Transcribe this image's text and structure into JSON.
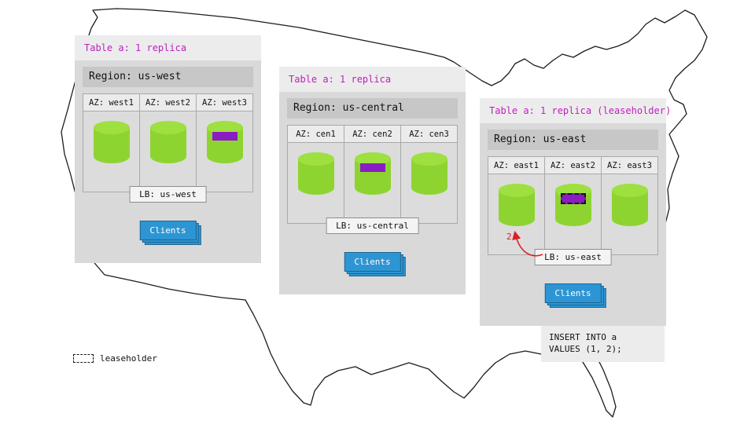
{
  "legend": {
    "swatch": "dashed-rectangle",
    "label": "leaseholder"
  },
  "sql_note": {
    "lines": [
      "INSERT INTO a",
      "VALUES (1, 2);"
    ]
  },
  "east_annotation": {
    "step": "2"
  },
  "panels": [
    {
      "title": "Table a: 1 replica",
      "region": "Region: us-west",
      "azs": [
        {
          "label": "AZ: west1",
          "has_replica": false,
          "is_leaseholder": false
        },
        {
          "label": "AZ: west2",
          "has_replica": false,
          "is_leaseholder": false
        },
        {
          "label": "AZ: west3",
          "has_replica": true,
          "is_leaseholder": false
        }
      ],
      "lb": "LB: us-west",
      "clients": "Clients"
    },
    {
      "title": "Table a: 1 replica",
      "region": "Region: us-central",
      "azs": [
        {
          "label": "AZ: cen1",
          "has_replica": false,
          "is_leaseholder": false
        },
        {
          "label": "AZ: cen2",
          "has_replica": true,
          "is_leaseholder": false
        },
        {
          "label": "AZ: cen3",
          "has_replica": false,
          "is_leaseholder": false
        }
      ],
      "lb": "LB: us-central",
      "clients": "Clients"
    },
    {
      "title": "Table a: 1 replica (leaseholder)",
      "region": "Region: us-east",
      "azs": [
        {
          "label": "AZ: east1",
          "has_replica": false,
          "is_leaseholder": false
        },
        {
          "label": "AZ: east2",
          "has_replica": true,
          "is_leaseholder": true
        },
        {
          "label": "AZ: east3",
          "has_replica": false,
          "is_leaseholder": false
        }
      ],
      "lb": "LB: us-east",
      "clients": "Clients"
    }
  ],
  "colors": {
    "panel_body": "#d9d9d9",
    "panel_title_bg": "#ececec",
    "title_text": "#bf1fbf",
    "cylinder_green": "#8ed431",
    "replica_purple": "#8a1cc3",
    "clients_blue": "#2d95d3",
    "annotation_red": "#de1f26"
  }
}
